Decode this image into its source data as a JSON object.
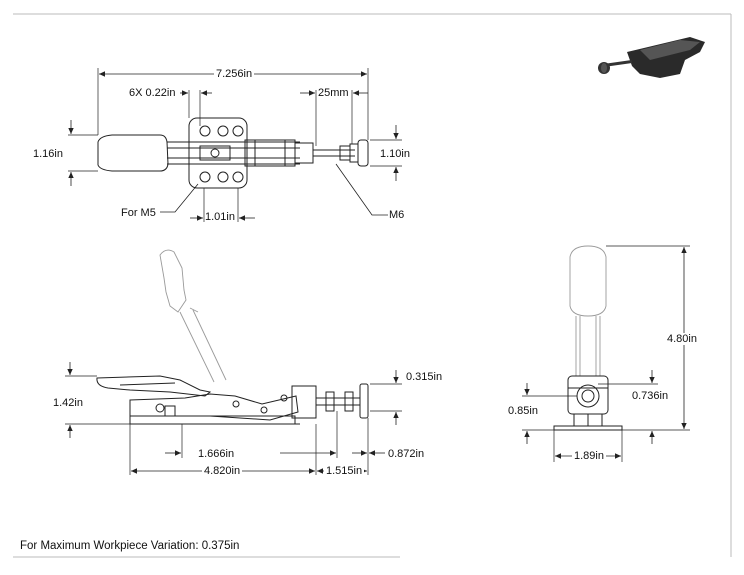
{
  "top_view": {
    "overall_length": "7.256in",
    "holes": "6X 0.22in",
    "thread_len": "25mm",
    "height_left": "1.16in",
    "height_right": "1.10in",
    "screw_label": "For M5",
    "hole_spacing": "1.01in",
    "thread_label": "M6"
  },
  "side_view": {
    "height": "1.42in",
    "spindle_dia": "0.315in",
    "base_to_pivot": "1.666in",
    "base_length": "4.820in",
    "stroke": "1.515in",
    "tip_len": "0.872in"
  },
  "end_view": {
    "total_height": "4.80in",
    "spindle_height": "0.736in",
    "base_height": "0.85in",
    "base_width": "1.89in"
  },
  "footer": {
    "variation_note": "For Maximum Workpiece Variation: 0.375in"
  },
  "colors": {
    "line": "#222222",
    "ghost": "#9a9a9a",
    "frame": "#bbbbbb",
    "thumb": "#2a2a2a"
  }
}
